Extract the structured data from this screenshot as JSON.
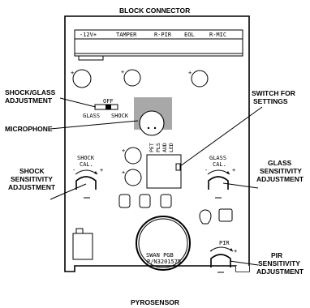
{
  "callouts": {
    "block_connector": "BLOCK CONNECTOR",
    "shock_glass_adjustment": [
      "SHOCK/GLASS",
      "ADJUSTMENT"
    ],
    "switch_for_settings": [
      "SWITCH FOR",
      "SETTINGS"
    ],
    "microphone": "MICROPHONE",
    "shock_sensitivity_adjustment": [
      "SHOCK",
      "SENSITIVITY",
      "ADJUSTMENT"
    ],
    "glass_sensitivity_adjustment": [
      "GLASS",
      "SENSITIVITY",
      "ADJUSTMENT"
    ],
    "pir_sensitivity_adjustment": [
      "PIR",
      "SENSITIVITY",
      "ADJUSTMENT"
    ],
    "pyrosensor": "PYROSENSOR"
  },
  "connector_pins": [
    "-12V+",
    "TAMPER",
    "R-PIR",
    "EOL",
    "R-MIC"
  ],
  "selector": {
    "off": "OFF",
    "glass": "GLASS",
    "shock": "SHOCK"
  },
  "dip_labels": [
    "PET",
    "PLS",
    "AUD",
    "LED"
  ],
  "pots": {
    "shock": {
      "label": [
        "SHOCK",
        "CAL."
      ],
      "minus": "-",
      "plus": "+"
    },
    "glass": {
      "label": [
        "GLASS",
        "CAL."
      ],
      "minus": "-",
      "plus": "+"
    },
    "pir": {
      "label": [
        "PIR"
      ],
      "minus": "-",
      "plus": "+"
    }
  },
  "sensor_marking": [
    "SWAN PGB",
    "P/N3201575"
  ],
  "component_marks": {
    "plus": "+",
    "dot": "•"
  }
}
